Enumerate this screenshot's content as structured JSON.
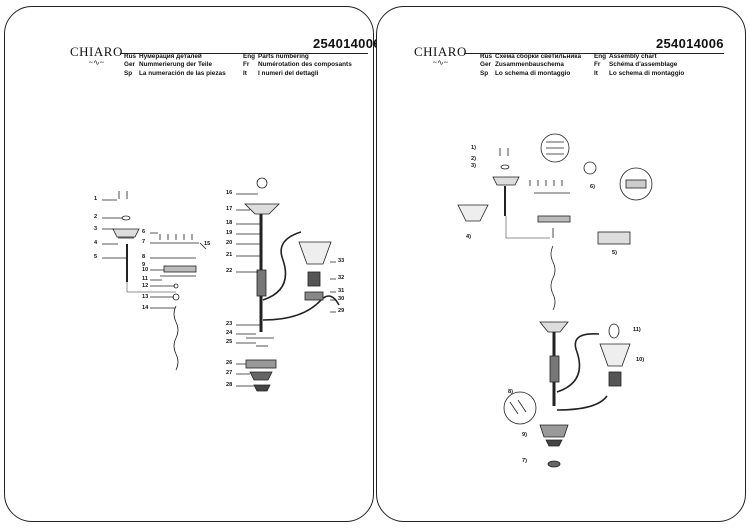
{
  "brand": {
    "name": "CHIARO",
    "swirl": "~∿~"
  },
  "model_code": "254014006",
  "left_sheet": {
    "header": [
      {
        "lang": "Rus",
        "text": "Нумерация деталей"
      },
      {
        "lang": "Ger",
        "text": "Nummerierung der Teile"
      },
      {
        "lang": "Sp",
        "text": "La numeración de las piezas"
      }
    ],
    "header_right": [
      {
        "lang": "Eng",
        "text": "Parts numbering"
      },
      {
        "lang": "Fr",
        "text": "Numérotation des composants"
      },
      {
        "lang": "It",
        "text": "I numeri del dettagli"
      }
    ],
    "part_numbers_a": [
      "1",
      "2",
      "3",
      "4",
      "5",
      "6",
      "7",
      "8",
      "9",
      "10",
      "11",
      "12",
      "13",
      "14",
      "15"
    ],
    "part_numbers_b": [
      "16",
      "17",
      "18",
      "19",
      "20",
      "21",
      "22",
      "23",
      "24",
      "25",
      "26",
      "27",
      "28",
      "29",
      "30",
      "31",
      "32",
      "33"
    ]
  },
  "right_sheet": {
    "header": [
      {
        "lang": "Rus",
        "text": "Схема сборки светильника"
      },
      {
        "lang": "Ger",
        "text": "Zusammenbauschema"
      },
      {
        "lang": "Sp",
        "text": "Lo schema di montaggio"
      }
    ],
    "header_right": [
      {
        "lang": "Eng",
        "text": "Assembly chart"
      },
      {
        "lang": "Fr",
        "text": "Schéma d'assemblage"
      },
      {
        "lang": "It",
        "text": "Lo schema di montaggio"
      }
    ],
    "steps": [
      "1)",
      "2)",
      "3)",
      "4)",
      "5)",
      "6)",
      "7)",
      "8)",
      "9)",
      "10)",
      "11)"
    ]
  }
}
